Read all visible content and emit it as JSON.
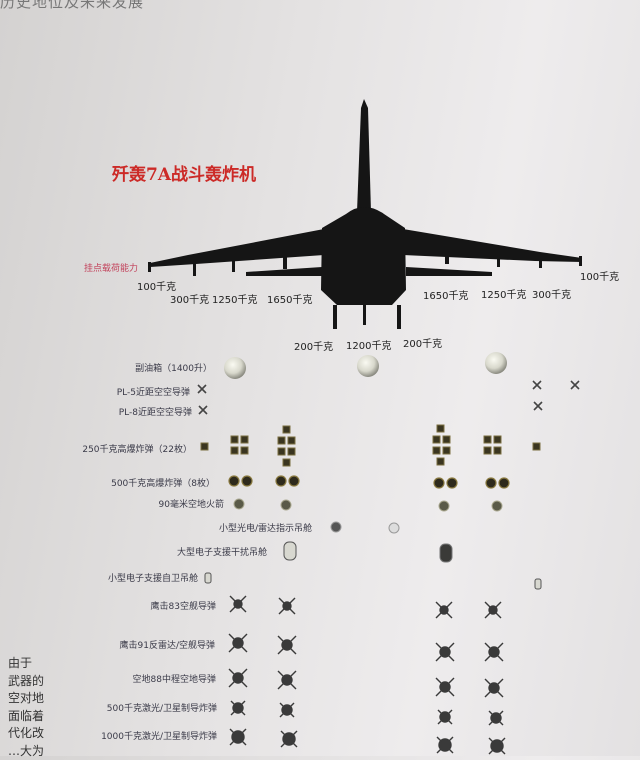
{
  "header_fragment": "历史地位及未来发展",
  "title": "歼轰7A战斗轰炸机",
  "hardpoint_label": "挂点载荷能力",
  "weight_labels": {
    "l_100": "100千克",
    "l_300": "300千克",
    "l_1250": "1250千克",
    "l_1650": "1650千克",
    "r_1650": "1650千克",
    "r_1250": "1250千克",
    "r_300": "300千克",
    "r_100": "100千克",
    "c_200l": "200千克",
    "c_1200": "1200千克",
    "c_200r": "200千克"
  },
  "rows": [
    {
      "label": "副油箱（1400升）"
    },
    {
      "label": "PL-5近距空空导弹"
    },
    {
      "label": "PL-8近距空空导弹"
    },
    {
      "label": "250千克高爆炸弹（22枚）"
    },
    {
      "label": "500千克高爆炸弹（8枚）"
    },
    {
      "label": "90毫米空地火箭"
    },
    {
      "label": "小型光电/雷达指示吊舱"
    },
    {
      "label": "大型电子支援干扰吊舱"
    },
    {
      "label": "小型电子支援自卫吊舱"
    },
    {
      "label": "鹰击83空舰导弹"
    },
    {
      "label": "鹰击91反雷达/空舰导弹"
    },
    {
      "label": "空地88中程空地导弹"
    },
    {
      "label": "500千克激光/卫星制导炸弹"
    },
    {
      "label": "1000千克激光/卫星制导炸弹"
    }
  ],
  "side_text": "由于\n武器的\n空对地\n面临着\n代化改\n…大为"
}
